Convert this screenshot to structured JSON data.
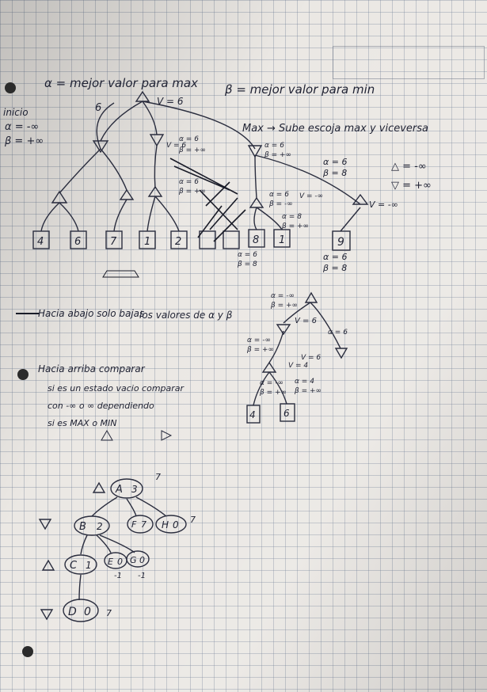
{
  "notes": {
    "alpha_def": "α = mejor valor para max",
    "beta_def": "β = mejor valor para min",
    "init_label": "inicio",
    "alpha_init": "α = -∞",
    "beta_init": "β = +∞",
    "max_min_note": "Max → Sube escoja max y viceversa",
    "max_def": "△ = -∞",
    "min_def": "▽ = +∞",
    "down_note_1": "Hacia abajo solo bajas",
    "down_note_2": "los valores de α y β",
    "up_note_1": "Hacia arriba comparar",
    "up_note_2": "si es un estado vacio comparar",
    "up_note_3": "con -∞ o ∞ dependiendo",
    "up_note_4": "si es MAX o MIN"
  },
  "tree1": {
    "root_v": "V = 6",
    "root_val": "6",
    "n1": "α = 6",
    "n1b": "β = +∞",
    "n1v": "V = 6",
    "n2": "α = 6",
    "n2b": "β = 8",
    "n3": "α = 6",
    "n3b": "β = +∞",
    "n4v": "V = -∞",
    "n5": "α = 6",
    "n5b": "β = -∞",
    "n5v": "V = -∞",
    "n6": "α = 8",
    "n6b": "β = +∞",
    "n7": "α = 6",
    "n7b": "β = 8",
    "n8": "α = 6",
    "n8b": "β = +∞",
    "leaves": [
      "4",
      "6",
      "7",
      "1",
      "2",
      "",
      "",
      "8",
      "1",
      "9"
    ],
    "bottom_note_a": "α = 6",
    "bottom_note_b": "β = 8"
  },
  "tree2": {
    "r_a": "α = -∞",
    "r_b": "β = +∞",
    "r_v": "V = 6",
    "r2_a": "α = 6",
    "m_a": "α = -∞",
    "m_b": "β = +∞",
    "m_v": "V = 6",
    "k_v": "V = 4",
    "k_a": "α = -∞",
    "k_b": "β = +∞",
    "k2_a": "α = 4",
    "k2_b": "β = +∞",
    "leaves": [
      "4",
      "6"
    ]
  },
  "tree3": {
    "A": "A",
    "A_val": "3",
    "A_mark": "7",
    "B": "B",
    "B_val": "2",
    "F": "F",
    "F_val": "7",
    "H": "H",
    "H_val": "0",
    "H_mark": "7",
    "C": "C",
    "C_val": "1",
    "E1": "E",
    "E1_val": "0",
    "E2": "G",
    "E2_val": "0",
    "D": "D",
    "D_val": "0",
    "D_mark": "7",
    "neg1a": "-1",
    "neg1b": "-1"
  }
}
